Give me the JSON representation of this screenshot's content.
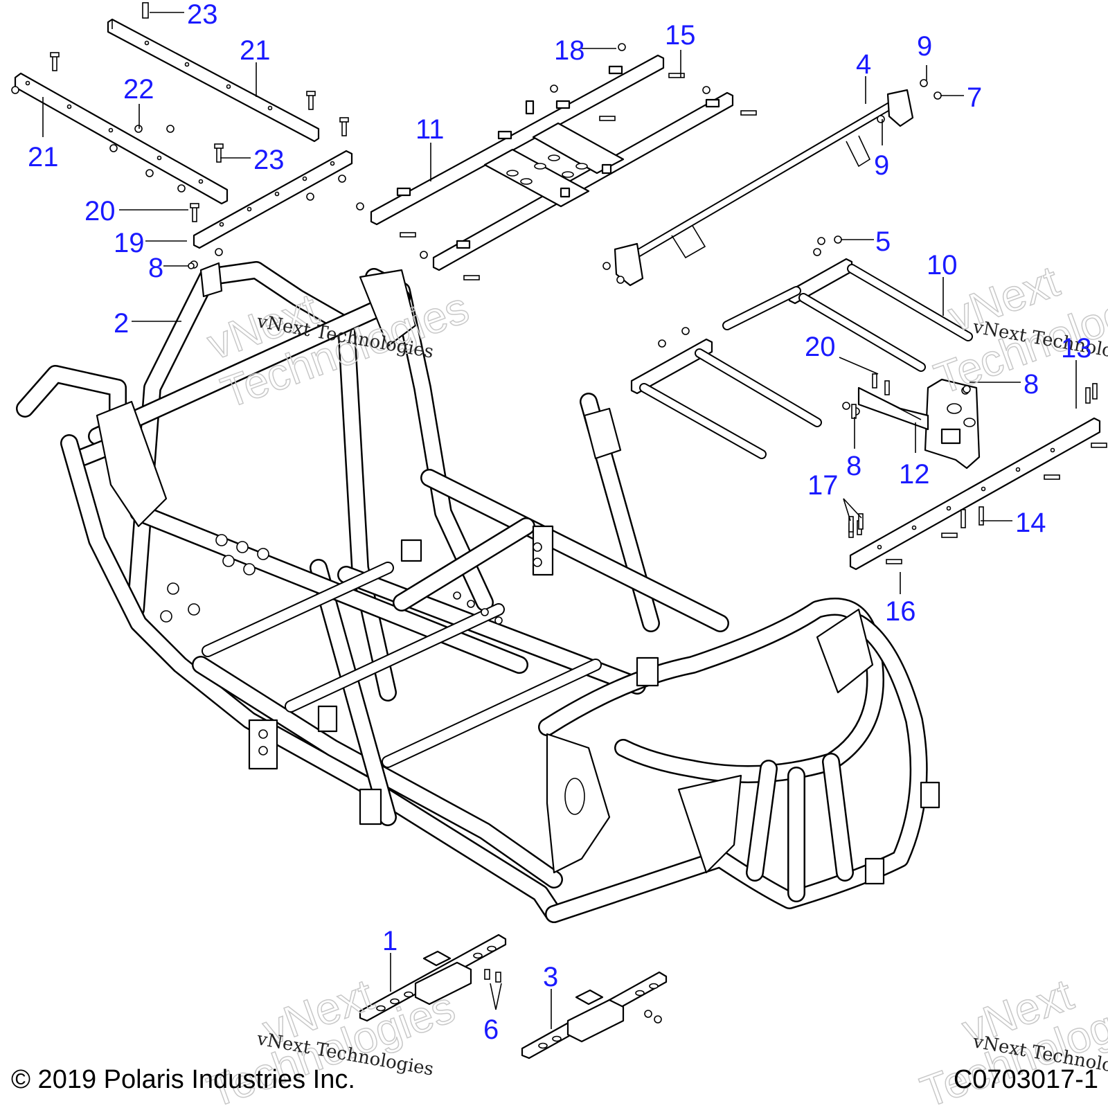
{
  "callouts": [
    {
      "id": "c23a",
      "label": "23"
    },
    {
      "id": "c21a",
      "label": "21"
    },
    {
      "id": "c22",
      "label": "22"
    },
    {
      "id": "c21b",
      "label": "21"
    },
    {
      "id": "c23b",
      "label": "23"
    },
    {
      "id": "c20a",
      "label": "20"
    },
    {
      "id": "c19",
      "label": "19"
    },
    {
      "id": "c8a",
      "label": "8"
    },
    {
      "id": "c2",
      "label": "2"
    },
    {
      "id": "c18",
      "label": "18"
    },
    {
      "id": "c15",
      "label": "15"
    },
    {
      "id": "c11",
      "label": "11"
    },
    {
      "id": "c4",
      "label": "4"
    },
    {
      "id": "c9a",
      "label": "9"
    },
    {
      "id": "c7",
      "label": "7"
    },
    {
      "id": "c9b",
      "label": "9"
    },
    {
      "id": "c5",
      "label": "5"
    },
    {
      "id": "c10",
      "label": "10"
    },
    {
      "id": "c20b",
      "label": "20"
    },
    {
      "id": "c13",
      "label": "13"
    },
    {
      "id": "c8b",
      "label": "8"
    },
    {
      "id": "c8c",
      "label": "8"
    },
    {
      "id": "c12",
      "label": "12"
    },
    {
      "id": "c17",
      "label": "17"
    },
    {
      "id": "c14",
      "label": "14"
    },
    {
      "id": "c16",
      "label": "16"
    },
    {
      "id": "c1",
      "label": "1"
    },
    {
      "id": "c6",
      "label": "6"
    },
    {
      "id": "c3",
      "label": "3"
    }
  ],
  "watermark": {
    "text": "vNext Technologies",
    "big_top": "vNext",
    "big_bottom": "Technologies"
  },
  "footer": {
    "copyright": "© 2019 Polaris Industries Inc.",
    "figure_code": "C0703017-1"
  }
}
